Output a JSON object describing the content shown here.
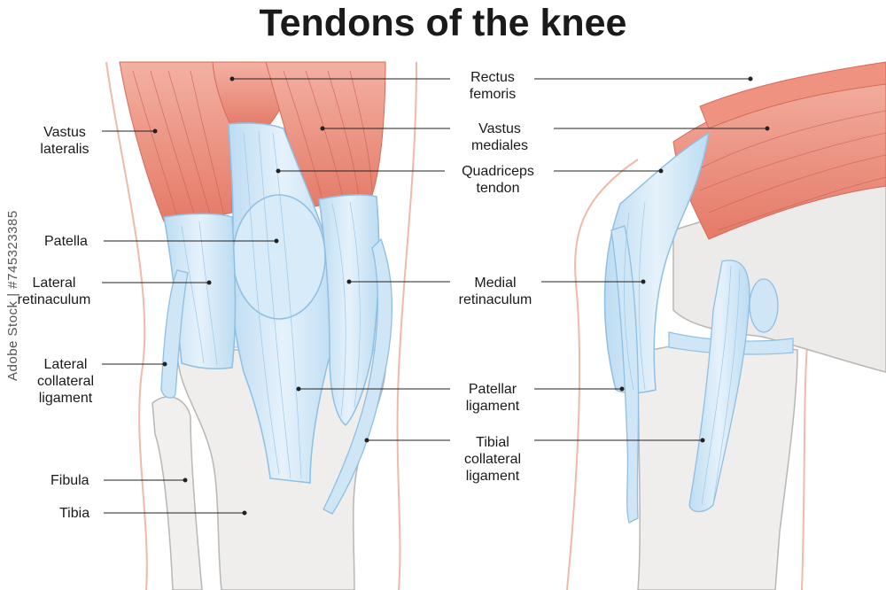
{
  "title": "Tendons of the knee",
  "watermark": "Adobe Stock | #745323385",
  "colors": {
    "muscle": "#e9806f",
    "muscle_light": "#f3b1a2",
    "tendon": "#cfe6f6",
    "tendon_stroke": "#8fbfe2",
    "bone": "#ecebea",
    "bone_stroke": "#b9b6b3",
    "skin": "#f3c2b4",
    "leader": "#222222"
  },
  "labels": {
    "rectus_femoris": [
      "Rectus",
      "femoris"
    ],
    "vastus_lateralis": [
      "Vastus",
      "lateralis"
    ],
    "vastus_mediales": [
      "Vastus",
      "mediales"
    ],
    "quadriceps_tendon": [
      "Quadriceps",
      "tendon"
    ],
    "patella": [
      "Patella"
    ],
    "lateral_retinaculum": [
      "Lateral",
      "retinaculum"
    ],
    "medial_retinaculum": [
      "Medial",
      "retinaculum"
    ],
    "lateral_collateral_ligament": [
      "Lateral",
      "collateral",
      "ligament"
    ],
    "patellar_ligament": [
      "Patellar",
      "ligament"
    ],
    "tibial_collateral_ligament": [
      "Tibial",
      "collateral",
      "ligament"
    ],
    "fibula": [
      "Fibula"
    ],
    "tibia": [
      "Tibia"
    ]
  }
}
